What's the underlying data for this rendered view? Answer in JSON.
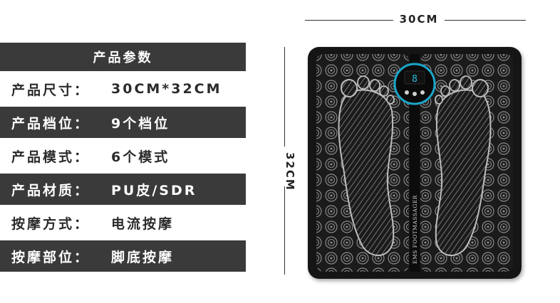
{
  "spec_table": {
    "header": "产品参数",
    "rows": [
      {
        "label": "产品尺寸：",
        "value": "30CM*32CM",
        "style": "light"
      },
      {
        "label": "产品档位：",
        "value": "9个档位",
        "style": "dark"
      },
      {
        "label": "产品模式：",
        "value": "6个模式",
        "style": "light"
      },
      {
        "label": "产品材质：",
        "value": "PU皮/SDR",
        "style": "dark"
      },
      {
        "label": "按摩方式：",
        "value": "电流按摩",
        "style": "light"
      },
      {
        "label": "按摩部位：",
        "value": "脚底按摩",
        "style": "dark"
      }
    ]
  },
  "dimensions": {
    "width_label": "30CM",
    "height_label": "32CM"
  },
  "product": {
    "display_value": "8",
    "printed_text": "EMS FOOTMASSAGER"
  },
  "colors": {
    "dark_row": "#3a3a3a",
    "mat_body": "#151515",
    "pattern": "#8a8a8a",
    "control_ring": "#1aa6c9"
  }
}
